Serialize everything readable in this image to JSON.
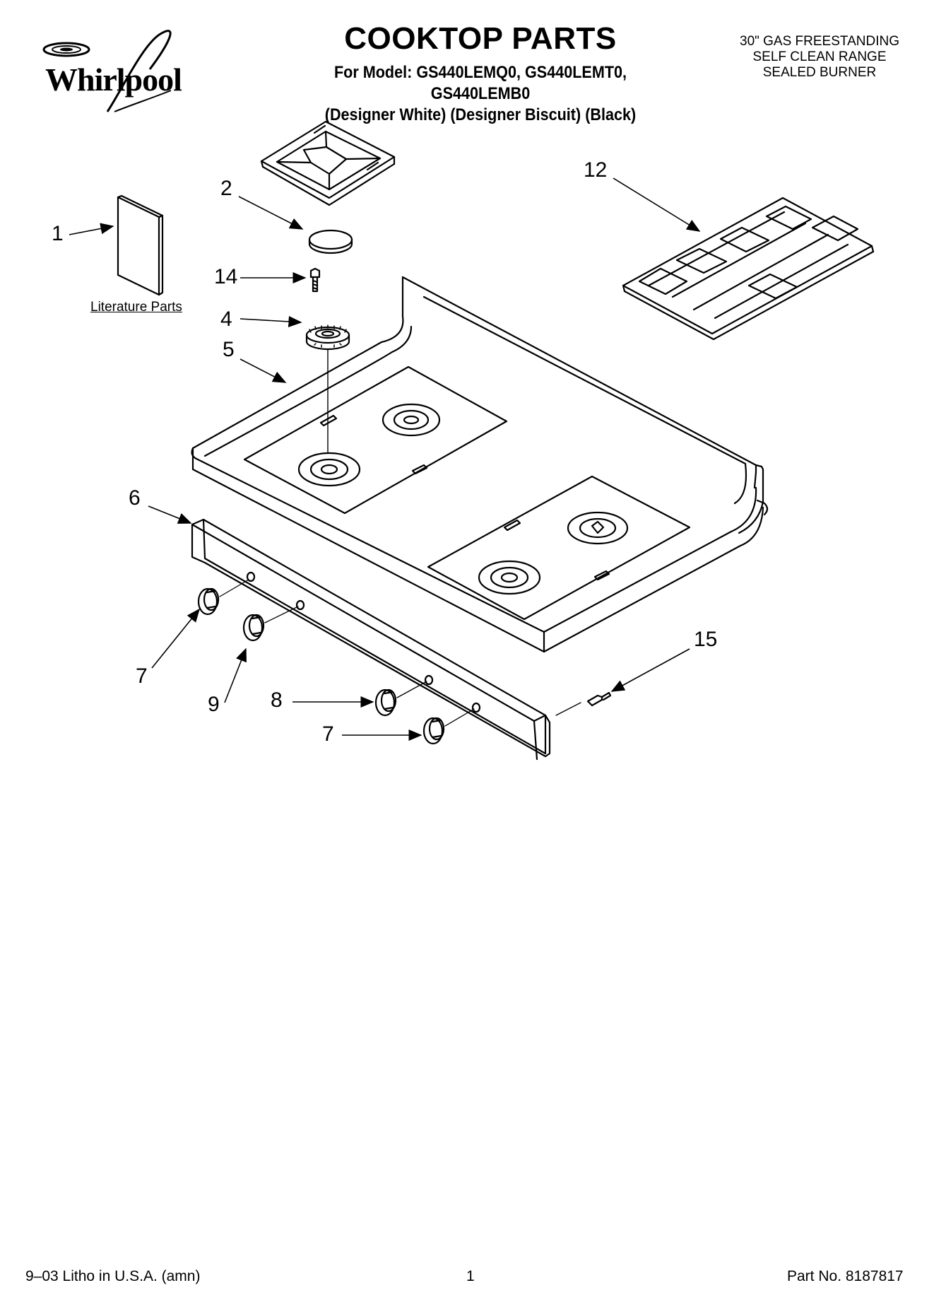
{
  "header": {
    "brand": "Whirlpool",
    "title": "COOKTOP PARTS",
    "model_line": "For Model: GS440LEMQ0, GS440LEMT0, GS440LEMB0",
    "color_line": "(Designer White) (Designer Biscuit)  (Black)",
    "spec_lines": [
      "30\" GAS FREESTANDING",
      "SELF CLEAN RANGE",
      "SEALED BURNER"
    ]
  },
  "literature_label": "Literature Parts",
  "callouts": {
    "c1": "1",
    "c2": "2",
    "c14": "14",
    "c4": "4",
    "c5": "5",
    "c6": "6",
    "c7a": "7",
    "c9": "9",
    "c8": "8",
    "c7b": "7",
    "c12": "12",
    "c15": "15"
  },
  "footer": {
    "litho": "9–03 Litho in U.S.A. (amn)",
    "page": "1",
    "part_no": "Part No. 8187817"
  }
}
